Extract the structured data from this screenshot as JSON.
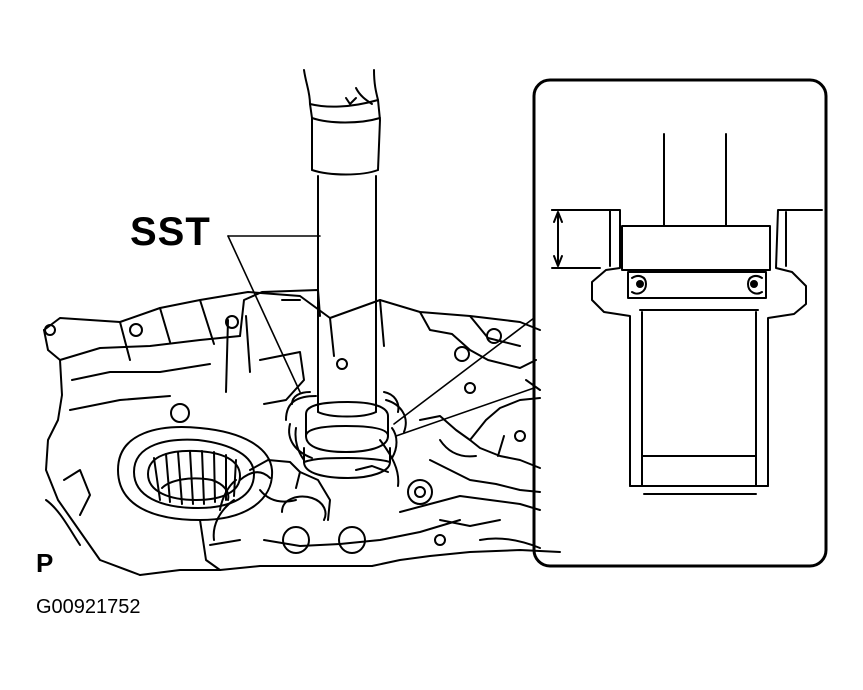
{
  "diagram": {
    "callout_label": "SST",
    "corner_marker": "P",
    "figure_id": "G00921752"
  },
  "colors": {
    "ink": "#000000",
    "background": "#ffffff"
  }
}
